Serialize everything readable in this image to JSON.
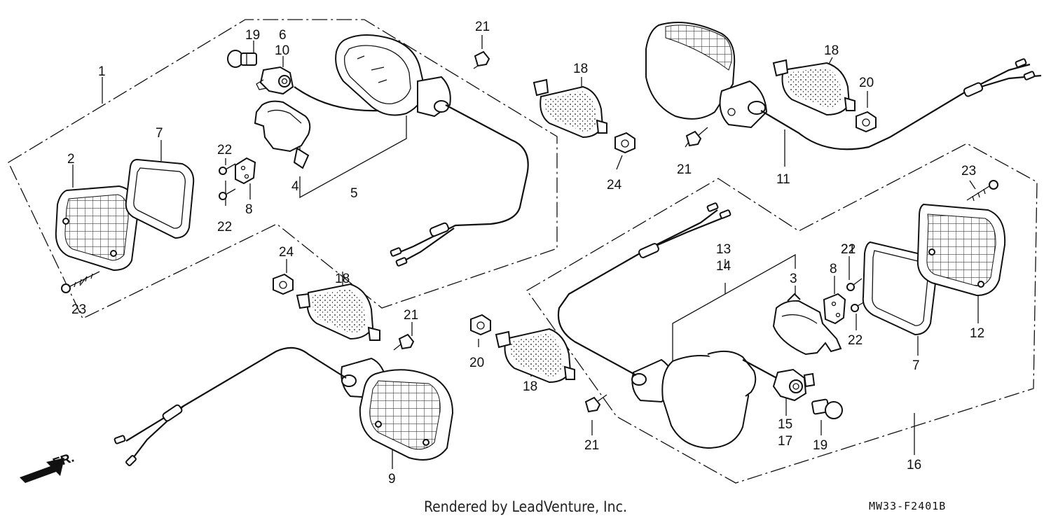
{
  "credit": "Rendered by LeadVenture, Inc.",
  "diagram_code": "MW33-F2401B",
  "direction_label": "FR.",
  "callouts": [
    "1",
    "2",
    "3",
    "4",
    "5",
    "6",
    "7",
    "7",
    "8",
    "8",
    "9",
    "10",
    "11",
    "12",
    "13",
    "14",
    "15",
    "16",
    "17",
    "18",
    "18",
    "18",
    "18",
    "19",
    "19",
    "20",
    "20",
    "21",
    "21",
    "21",
    "21",
    "21",
    "22",
    "22",
    "22",
    "22",
    "23",
    "23",
    "24",
    "24"
  ]
}
